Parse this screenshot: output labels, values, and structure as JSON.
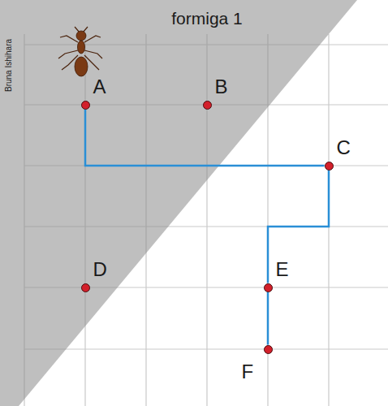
{
  "diagram": {
    "title": "formiga 1",
    "nodes": [
      {
        "text": [
          "A"
        ]
      },
      {
        "text": [
          "B"
        ]
      },
      {
        "text": [
          "C"
        ]
      },
      {
        "text": [
          "D"
        ]
      },
      {
        "text": [
          "E"
        ]
      },
      {
        "text": [
          "F"
        ]
      }
    ],
    "edges": [
      {
        "from": 0,
        "to": 2,
        "arrow": "none"
      },
      {
        "from": 2,
        "to": 4,
        "arrow": "none"
      },
      {
        "from": 4,
        "to": 5,
        "arrow": "none"
      }
    ],
    "labels": [
      "Bruna Ishihara"
    ]
  }
}
